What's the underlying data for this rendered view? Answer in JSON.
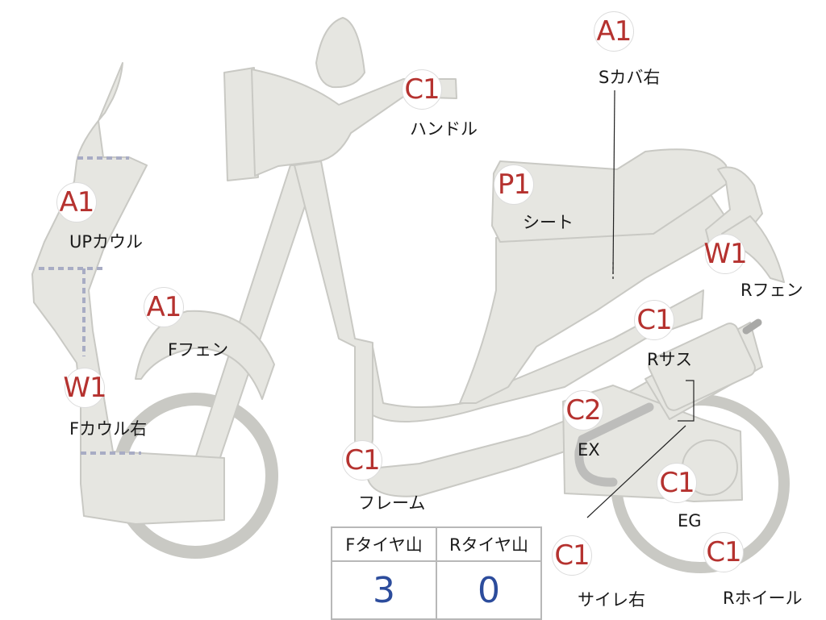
{
  "colors": {
    "body_fill": "#e6e6e1",
    "body_stroke": "#c9c9c4",
    "marker_text": "#b5322f",
    "count_text": "#2c4c9c",
    "table_border": "#b8b8b8"
  },
  "markers": [
    {
      "id": "s-cover-right",
      "code": "A1",
      "label": "Sカバ右"
    },
    {
      "id": "handle",
      "code": "C1",
      "label": "ハンドル"
    },
    {
      "id": "seat",
      "code": "P1",
      "label": "シート"
    },
    {
      "id": "up-cowl",
      "code": "A1",
      "label": "UPカウル"
    },
    {
      "id": "r-fender",
      "code": "W1",
      "label": "Rフェン"
    },
    {
      "id": "f-fender",
      "code": "A1",
      "label": "Fフェン"
    },
    {
      "id": "r-suspension",
      "code": "C1",
      "label": "Rサス"
    },
    {
      "id": "f-cowl-right",
      "code": "W1",
      "label": "Fカウル右"
    },
    {
      "id": "exhaust",
      "code": "C2",
      "label": "EX"
    },
    {
      "id": "frame",
      "code": "C1",
      "label": "フレーム"
    },
    {
      "id": "engine",
      "code": "C1",
      "label": "EG"
    },
    {
      "id": "silencer-right",
      "code": "C1",
      "label": "サイレ右"
    },
    {
      "id": "r-wheel",
      "code": "C1",
      "label": "Rホイール"
    }
  ],
  "tread_table": {
    "headers": [
      "Fタイヤ山",
      "Rタイヤ山"
    ],
    "values": [
      "3",
      "0"
    ]
  }
}
